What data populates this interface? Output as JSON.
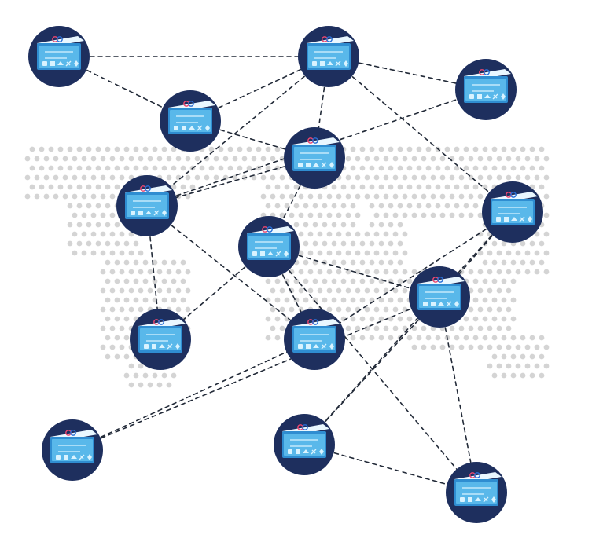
{
  "diagram": {
    "type": "network-topology",
    "node_icon": "server-rack-icon",
    "logo_icon": "infinity-logo-icon",
    "colors": {
      "node_fill": "#1e2f5e",
      "server_body": "#2f8dd1",
      "server_front": "#59b8ea",
      "server_top": "#e9f7ff",
      "server_detail": "#d9f3ff",
      "link": "#222a38",
      "map_dots": "#d4d4d4"
    },
    "nodes": [
      {
        "id": "n1"
      },
      {
        "id": "n2"
      },
      {
        "id": "n3"
      },
      {
        "id": "n4"
      },
      {
        "id": "n5"
      },
      {
        "id": "n6"
      },
      {
        "id": "n7"
      },
      {
        "id": "n8"
      },
      {
        "id": "n9"
      },
      {
        "id": "n10"
      },
      {
        "id": "n11"
      },
      {
        "id": "n12"
      },
      {
        "id": "n13"
      },
      {
        "id": "n14"
      }
    ],
    "links": [
      [
        "n1",
        "n2"
      ],
      [
        "n1",
        "n3"
      ],
      [
        "n2",
        "n3"
      ],
      [
        "n2",
        "n4"
      ],
      [
        "n3",
        "n4"
      ],
      [
        "n3",
        "n5"
      ],
      [
        "n3",
        "n7"
      ],
      [
        "n3",
        "n11"
      ],
      [
        "n4",
        "n5"
      ],
      [
        "n4",
        "n6"
      ],
      [
        "n5",
        "n7"
      ],
      [
        "n5",
        "n8"
      ],
      [
        "n5",
        "n9"
      ],
      [
        "n6",
        "n8"
      ],
      [
        "n6",
        "n9"
      ],
      [
        "n6",
        "n14"
      ],
      [
        "n6",
        "n12"
      ],
      [
        "n10",
        "n9"
      ],
      [
        "n10",
        "n12"
      ],
      [
        "n11",
        "n12"
      ],
      [
        "n11",
        "n13"
      ],
      [
        "n11",
        "n9"
      ],
      [
        "n12",
        "n13"
      ],
      [
        "n12",
        "n14"
      ],
      [
        "n13",
        "n14"
      ]
    ]
  }
}
